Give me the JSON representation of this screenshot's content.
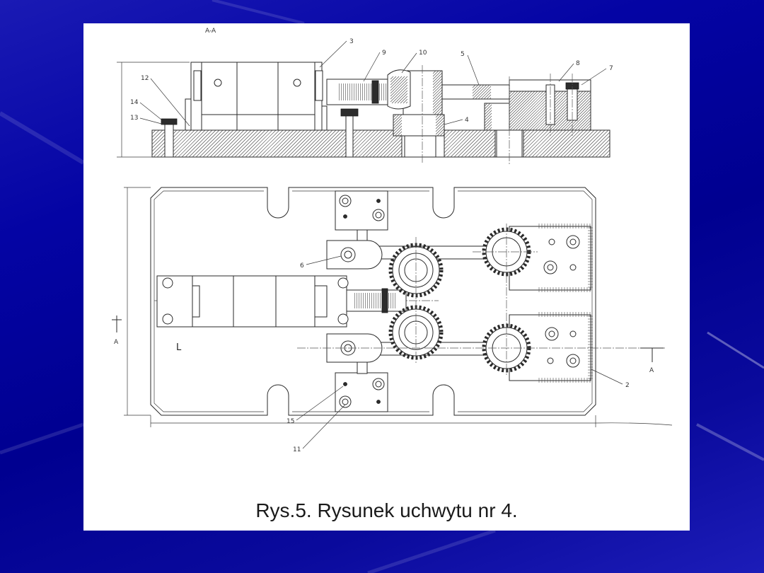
{
  "slide": {
    "background_color": "#0404a4",
    "panel_color": "#ffffff",
    "line_color": "#2a2a2a"
  },
  "caption": {
    "text": "Rys.5. Rysunek uchwytu nr 4."
  },
  "drawing": {
    "section_view": {
      "title": "A-A",
      "labels": {
        "part_3": "3",
        "part_9": "9",
        "part_10": "10",
        "part_5": "5",
        "part_8": "8",
        "part_7": "7",
        "part_12": "12",
        "part_14": "14",
        "part_13": "13",
        "part_4": "4"
      }
    },
    "plan_view": {
      "labels": {
        "part_6": "6",
        "part_2": "2",
        "part_15": "15",
        "part_11": "11",
        "mark_L": "L",
        "section_mark_left": "A",
        "section_mark_right": "A"
      }
    }
  }
}
